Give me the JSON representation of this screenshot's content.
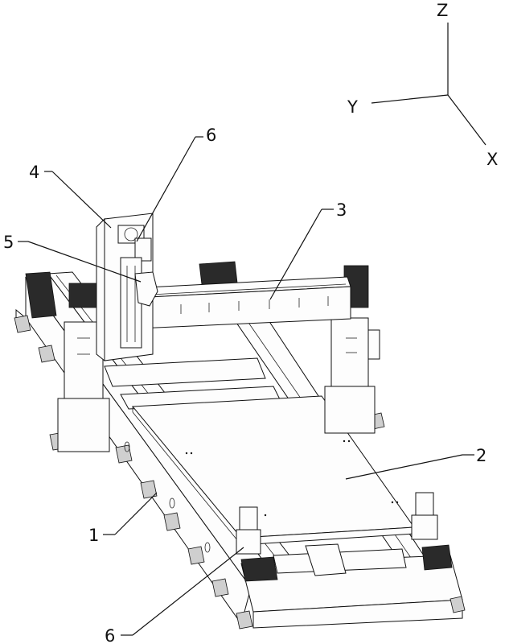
{
  "axes": {
    "z": "Z",
    "y": "Y",
    "x": "X"
  },
  "callouts": [
    {
      "id": "label-1",
      "text": "1"
    },
    {
      "id": "label-2",
      "text": "2"
    },
    {
      "id": "label-3",
      "text": "3"
    },
    {
      "id": "label-4",
      "text": "4"
    },
    {
      "id": "label-5",
      "text": "5"
    },
    {
      "id": "label-6-top",
      "text": "6"
    },
    {
      "id": "label-6-bottom",
      "text": "6"
    }
  ]
}
